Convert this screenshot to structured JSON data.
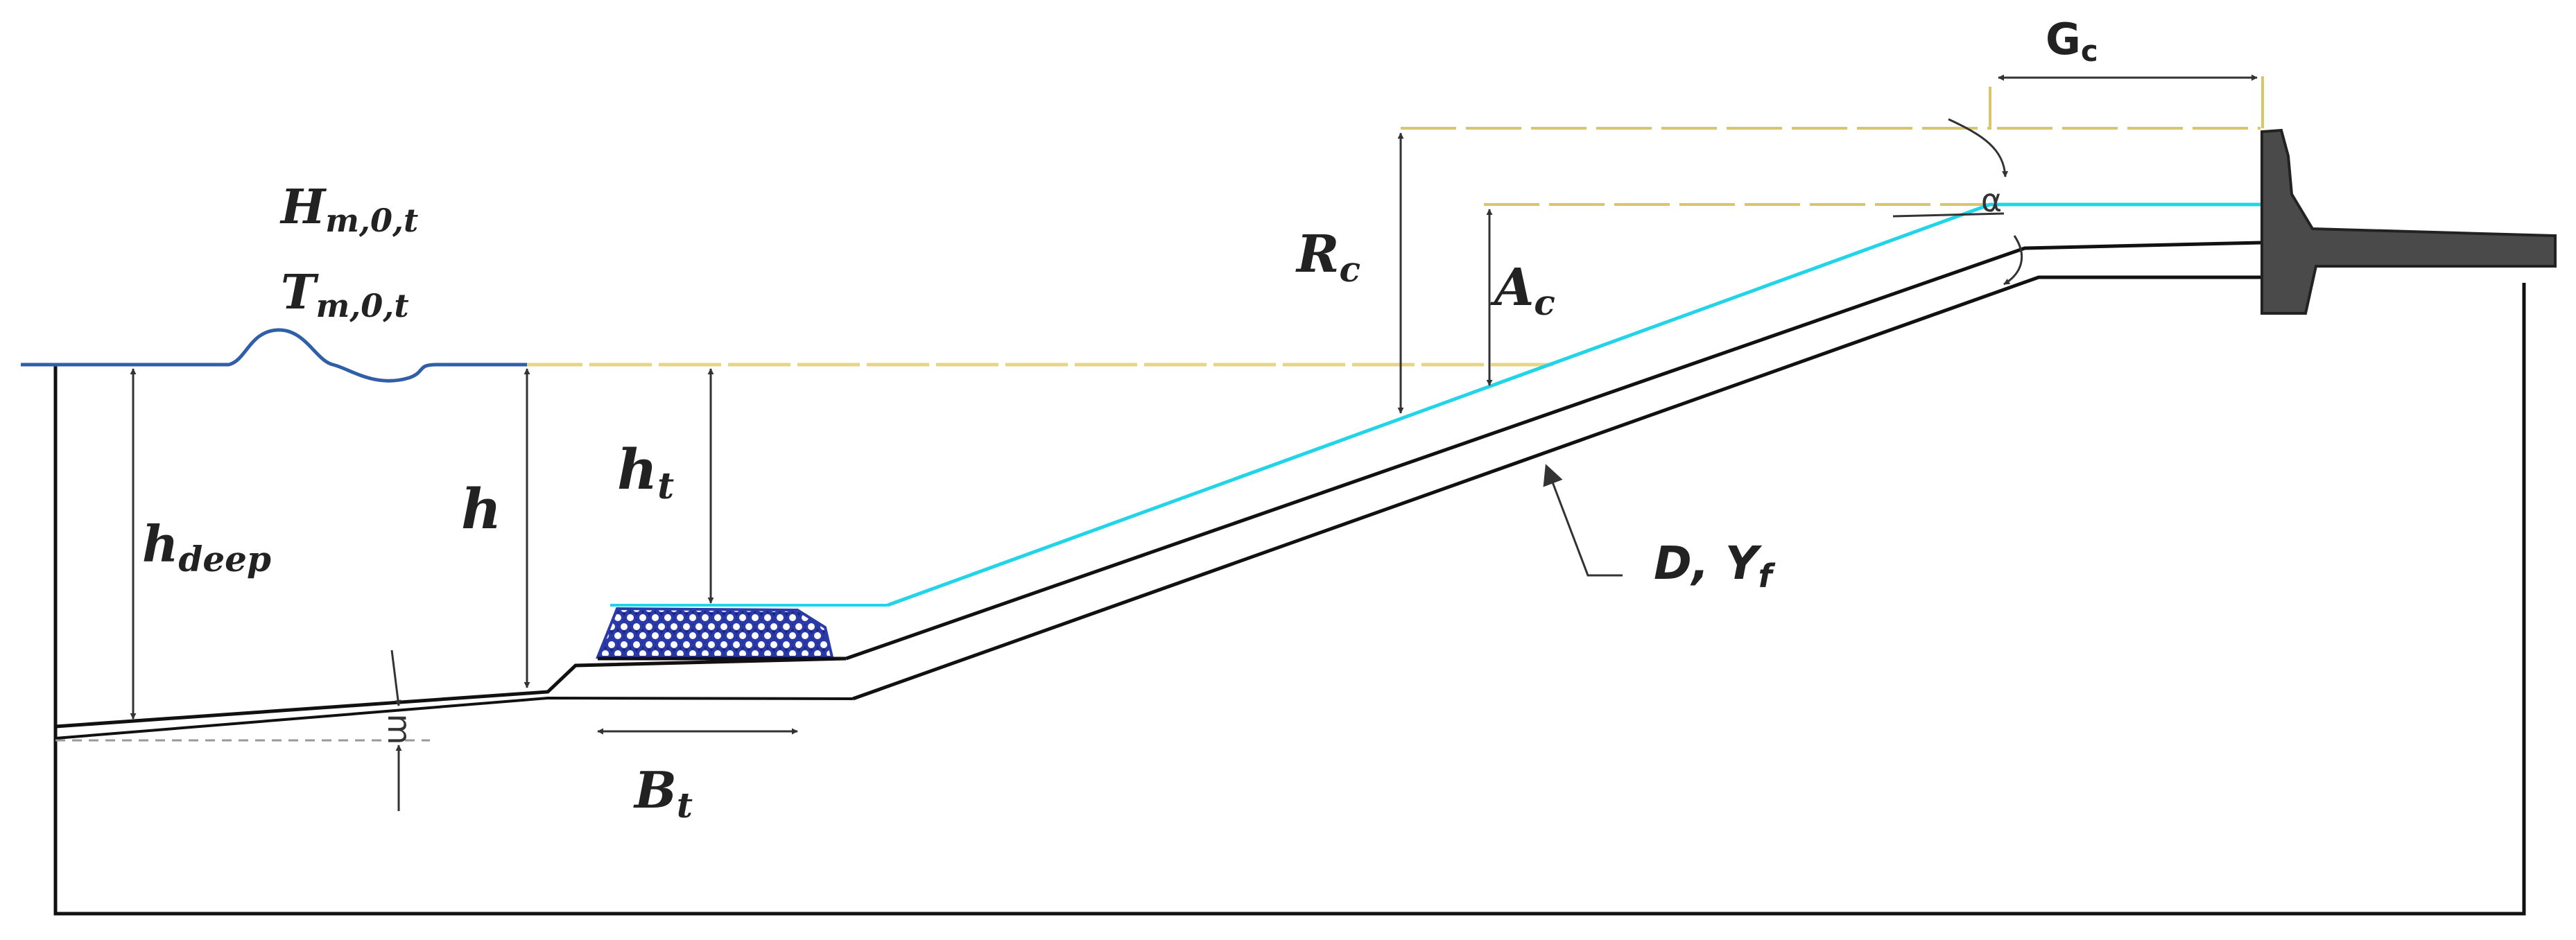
{
  "labels": {
    "wave_height": {
      "main": "H",
      "sub": "m,0,t"
    },
    "wave_period": {
      "main": "T",
      "sub": "m,0,t"
    },
    "deep_depth": {
      "main": "h",
      "sub": "deep"
    },
    "depth": {
      "main": "h"
    },
    "toe_depth": {
      "main": "h",
      "sub": "t"
    },
    "toe_width": {
      "main": "B",
      "sub": "t"
    },
    "crest_freeboard": {
      "main": "R",
      "sub": "c"
    },
    "armour_freeboard": {
      "main": "A",
      "sub": "c"
    },
    "crest_width": {
      "main": "G",
      "sub": "c"
    },
    "armour": {
      "main": "D, Y",
      "sub": "f"
    },
    "foreshore_slope": "m",
    "slope_angle": "α"
  },
  "colors": {
    "outline": "#111111",
    "water_level": "#e8d488",
    "water_surface": "#2f5fa8",
    "run_up": "#21d4e8",
    "crown_wall": "#4a4a4a",
    "toe_stones": "#2a3aa8",
    "toe_stones_fill": "#1a2570",
    "dim_line": "#333333"
  }
}
